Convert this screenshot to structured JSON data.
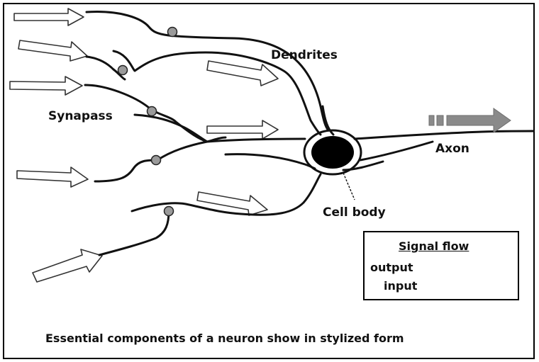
{
  "labels": {
    "dendrites": "Dendrites",
    "synapses": "Synapass",
    "axon": "Axon",
    "cell_body": "Cell body"
  },
  "legend": {
    "title": "Signal flow",
    "output": "output",
    "input": "input"
  },
  "caption": "Essential components of a neuron show in stylized form",
  "colors": {
    "line": "#111111",
    "output_arrow": "#8a8a8a",
    "input_arrow_fill": "#ffffff",
    "synapse": "#9a9a9a",
    "cell_nucleus": "#000000"
  },
  "icons": {
    "input_arrow": "hollow-right-arrow",
    "output_arrow": "gray-dashed-right-arrow"
  }
}
